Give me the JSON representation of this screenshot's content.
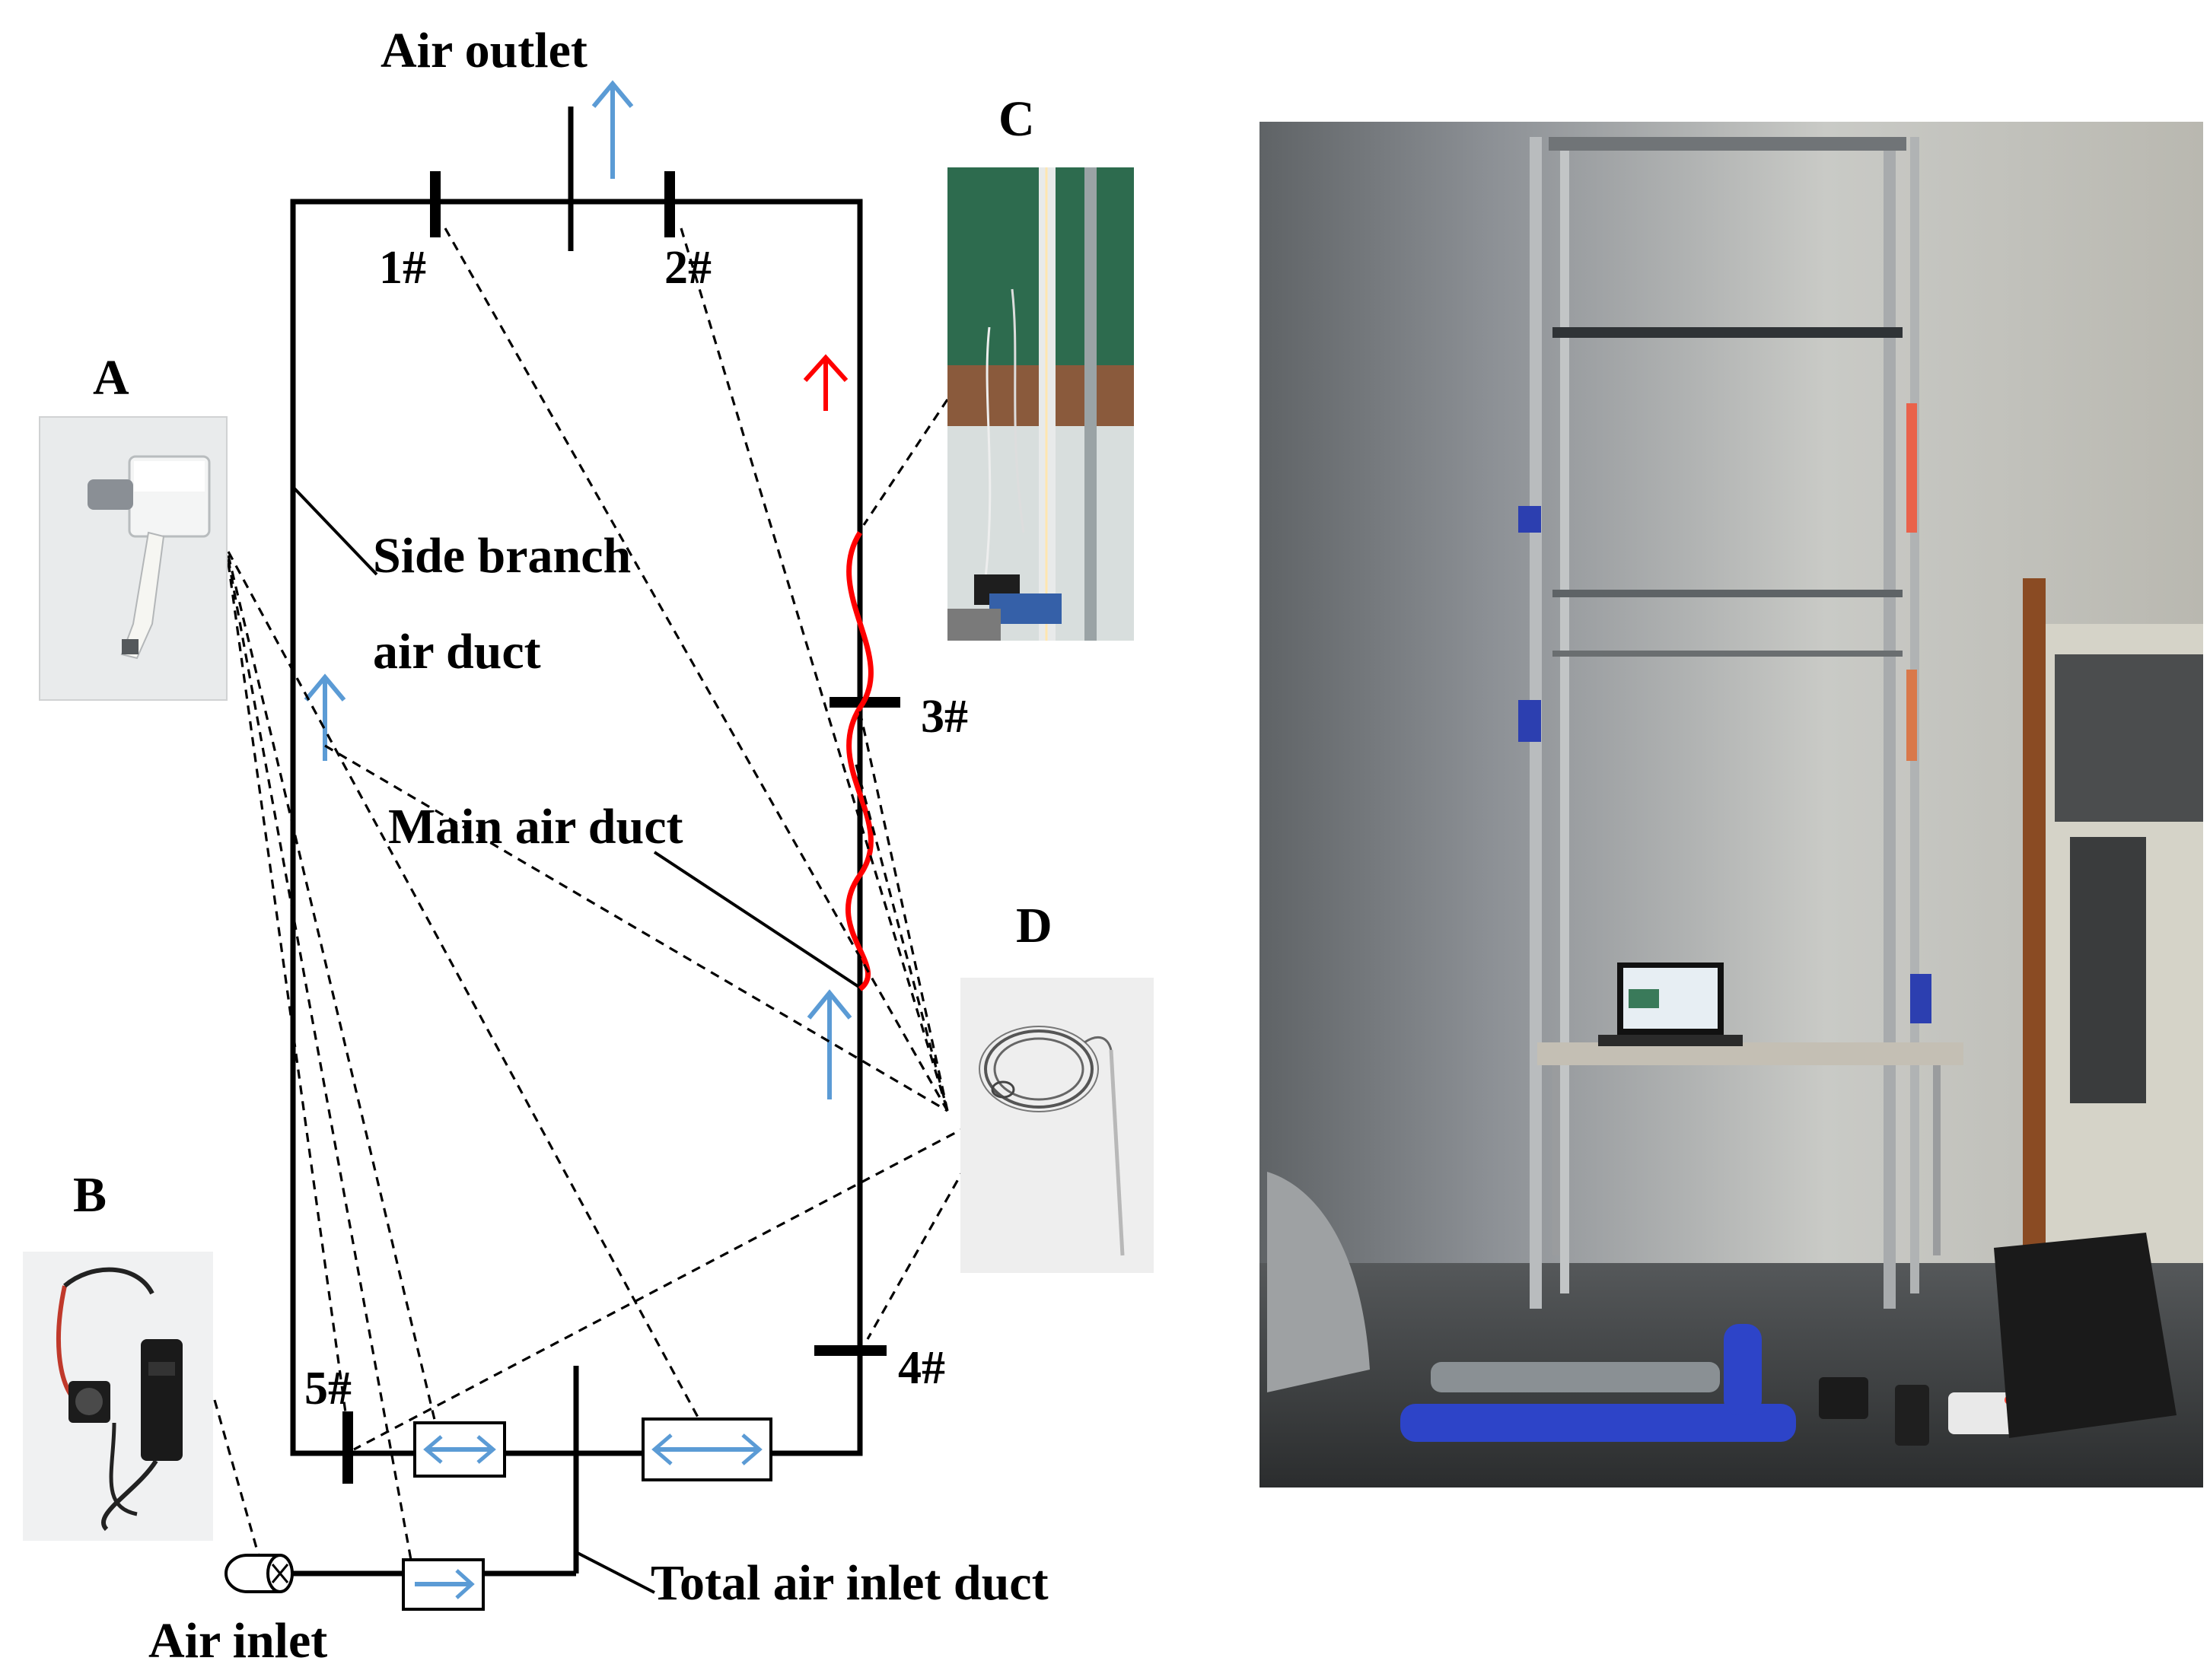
{
  "labels": {
    "air_outlet": "Air outlet",
    "air_inlet": "Air inlet",
    "side_branch_line1": "Side branch",
    "side_branch_line2": "air duct",
    "main_air_duct": "Main air duct",
    "total_air_inlet_duct": "Total air inlet duct"
  },
  "photo_letters": {
    "a": "A",
    "b": "B",
    "c": "C",
    "d": "D"
  },
  "measurement_points": {
    "p1": "1#",
    "p2": "2#",
    "p3": "3#",
    "p4": "4#",
    "p5": "5#"
  },
  "colors": {
    "duct_line": "#000000",
    "air_flow_arrow": "#5b9bd5",
    "heat_flow_arrow": "#ff0000",
    "heating_wire": "#ff0000"
  }
}
